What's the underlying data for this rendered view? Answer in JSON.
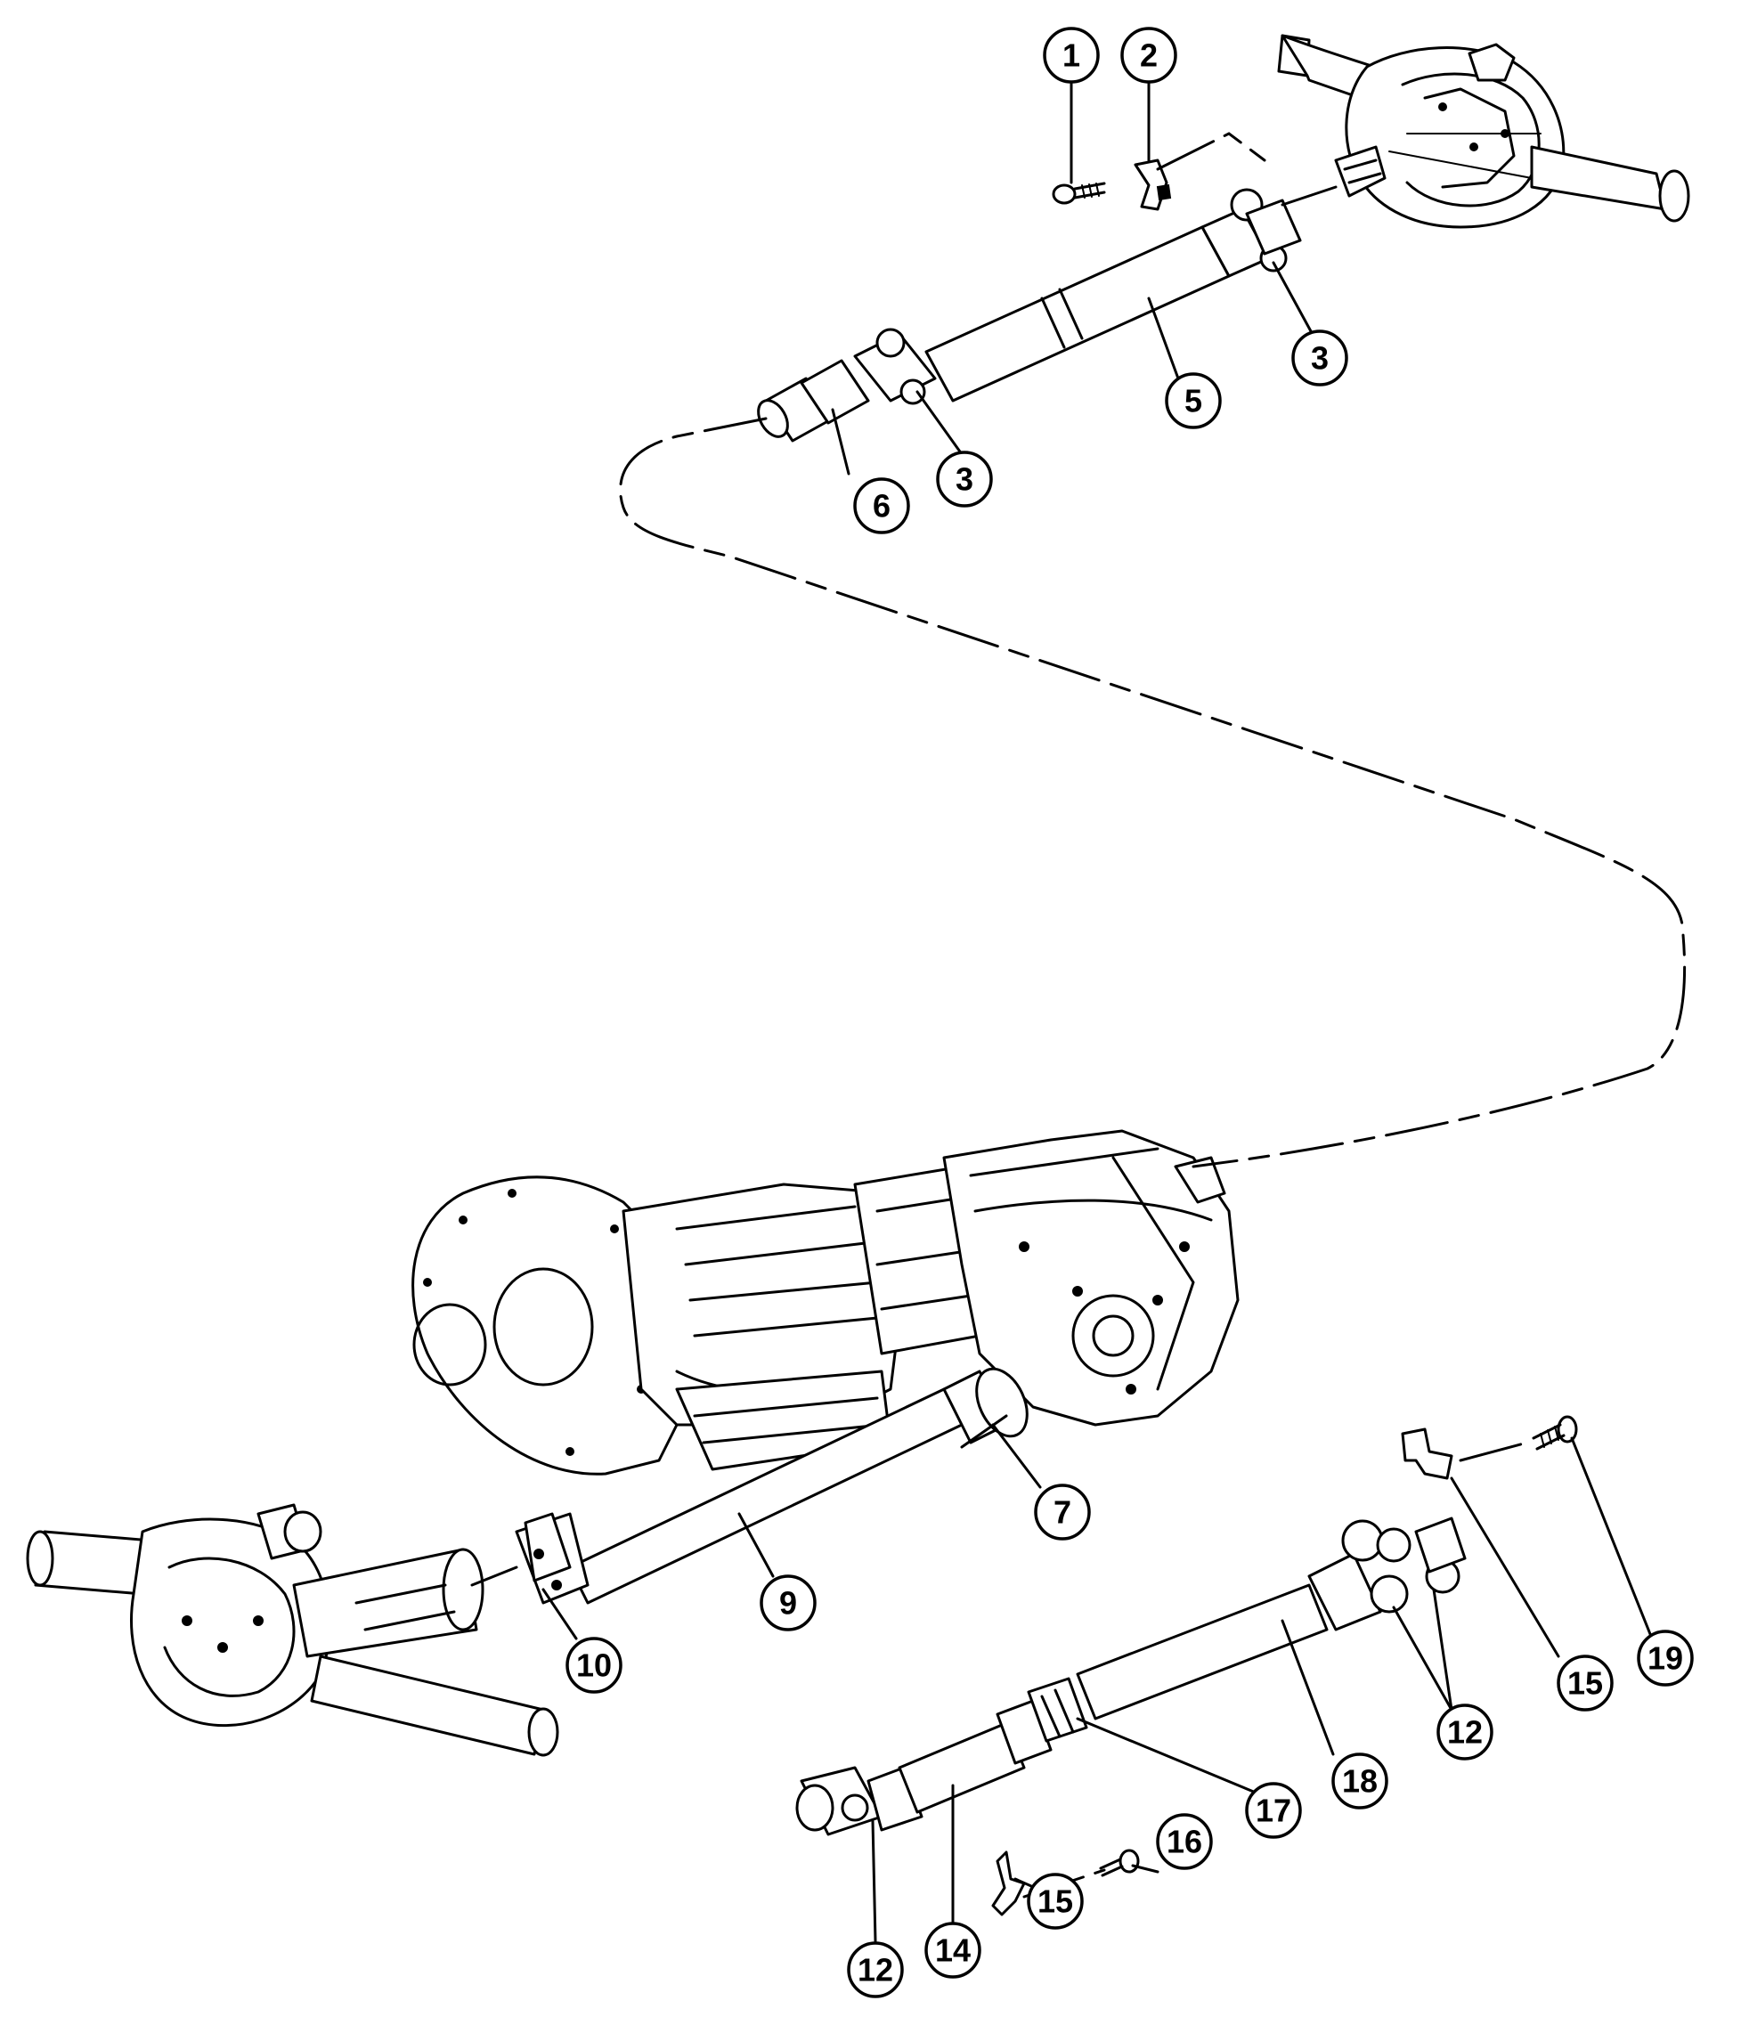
{
  "callouts": [
    {
      "id": "c1",
      "label": "1",
      "part": "bolt"
    },
    {
      "id": "c2",
      "label": "2",
      "part": "strap"
    },
    {
      "id": "c3a",
      "label": "3",
      "part": "universal-joint"
    },
    {
      "id": "c3b",
      "label": "3",
      "part": "universal-joint"
    },
    {
      "id": "c5",
      "label": "5",
      "part": "rear-propeller-shaft"
    },
    {
      "id": "c6",
      "label": "6",
      "part": "slip-yoke"
    },
    {
      "id": "c7",
      "label": "7",
      "part": "transfer-case-output-yoke"
    },
    {
      "id": "c9",
      "label": "9",
      "part": "front-propeller-shaft"
    },
    {
      "id": "c10",
      "label": "10",
      "part": "front-axle-flange"
    },
    {
      "id": "c12a",
      "label": "12",
      "part": "universal-joint"
    },
    {
      "id": "c12b",
      "label": "12",
      "part": "universal-joint"
    },
    {
      "id": "c14",
      "label": "14",
      "part": "front-shaft-section"
    },
    {
      "id": "c15a",
      "label": "15",
      "part": "strap"
    },
    {
      "id": "c15b",
      "label": "15",
      "part": "strap"
    },
    {
      "id": "c16",
      "label": "16",
      "part": "bolt"
    },
    {
      "id": "c17",
      "label": "17",
      "part": "boot"
    },
    {
      "id": "c18",
      "label": "18",
      "part": "shaft-tube"
    },
    {
      "id": "c19",
      "label": "19",
      "part": "bolt"
    }
  ],
  "colors": {
    "ink": "#000000",
    "paper": "#ffffff"
  }
}
